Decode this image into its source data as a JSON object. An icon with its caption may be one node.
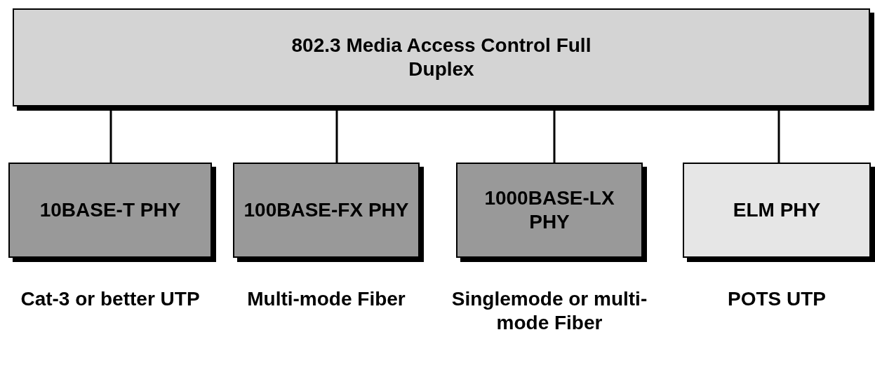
{
  "diagram": {
    "nodes": [
      {
        "text": [
          "802.3 Media Access Control Full Duplex"
        ]
      },
      {
        "text": [
          "10BASE-T PHY"
        ],
        "beside": [
          "Cat-3 or better UTP"
        ]
      },
      {
        "text": [
          "100BASE-FX PHY"
        ],
        "beside": [
          "Multi-mode Fiber"
        ]
      },
      {
        "text": [
          "1000BASE-LX PHY"
        ],
        "beside": [
          "Singlemode or multi-mode Fiber"
        ]
      },
      {
        "text": [
          "ELM PHY"
        ],
        "beside": [
          "POTS UTP"
        ]
      }
    ],
    "edges": [
      {
        "from": 0,
        "to": 1,
        "arrow": "none"
      },
      {
        "from": 0,
        "to": 2,
        "arrow": "none"
      },
      {
        "from": 0,
        "to": 3,
        "arrow": "none"
      },
      {
        "from": 0,
        "to": 4,
        "arrow": "none"
      }
    ]
  }
}
